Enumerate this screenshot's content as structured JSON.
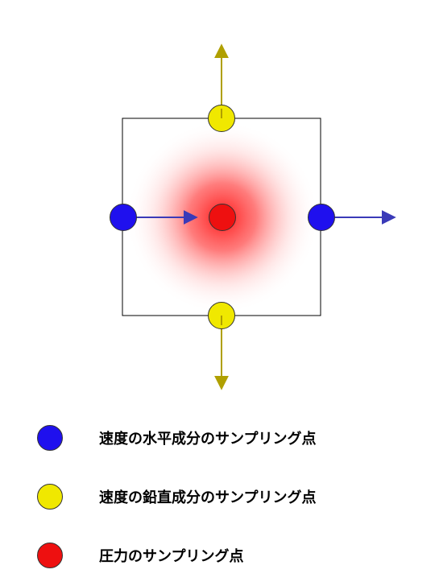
{
  "diagram": {
    "colors": {
      "horizontal_velocity": "#1f10ee",
      "vertical_velocity": "#f0e800",
      "pressure": "#ee1010",
      "horizontal_arrow": "#3a3ab8",
      "vertical_arrow": "#b0a000",
      "cell_border": "#000000",
      "pressure_glow": "#ff2020"
    }
  },
  "legend": {
    "items": [
      {
        "key": "horizontal_velocity",
        "label": "速度の水平成分のサンプリング点",
        "color": "#1f10ee"
      },
      {
        "key": "vertical_velocity",
        "label": "速度の鉛直成分のサンプリング点",
        "color": "#f0e800"
      },
      {
        "key": "pressure",
        "label": "圧力のサンプリング点",
        "color": "#ee1010"
      }
    ]
  }
}
